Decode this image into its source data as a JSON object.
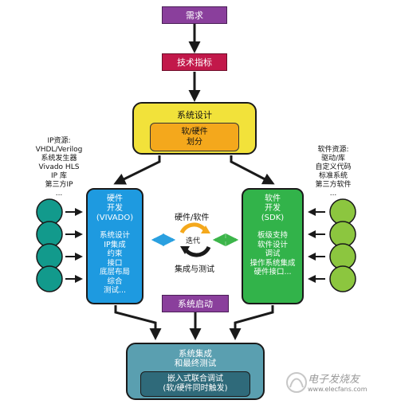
{
  "nodes": {
    "requirements": "需求",
    "tech_specs": "技术指标",
    "system_design": {
      "title": "系统设计",
      "inner_line1": "软/硬件",
      "inner_line2": "划分"
    },
    "hardware": {
      "lines": [
        "硬件",
        "开发",
        "(VIVADO)"
      ],
      "items": [
        "系统设计",
        "IP集成",
        "约束",
        "接口",
        "底层布局",
        "综合",
        "测试..."
      ]
    },
    "software": {
      "lines": [
        "软件",
        "开发",
        "(SDK)"
      ],
      "items": [
        "板级支持",
        "软件设计",
        "调试",
        "操作系统集成",
        "硬件接口..."
      ]
    },
    "system_boot": "系统启动",
    "final": {
      "title_line1": "系统集成",
      "title_line2": "和最终测试",
      "inner_line1": "嵌入式联合调试",
      "inner_line2": "(软/硬件同时触发)"
    }
  },
  "ip_resources": [
    "IP资源:",
    "VHDL/Verilog",
    "系统发生器",
    "Vivado  HLS",
    "IP  库",
    "第三方IP",
    "..."
  ],
  "software_resources": [
    "软件资源:",
    "驱动/库",
    "自定义代码",
    "标准系统",
    "第三方软件",
    "..."
  ],
  "center": {
    "top_label": "硬件/软件",
    "middle_label": "迭代",
    "bottom_label": "集成与测试"
  },
  "colors": {
    "purple": "#8a3f9c",
    "crimson": "#c2184a",
    "yellow": "#f2e23a",
    "orange": "#f4a81c",
    "hw_blue": "#1e9ae0",
    "sw_green": "#32b34a",
    "teal_circle": "#129a8c",
    "lime_circle": "#8cc63f",
    "final_teal": "#5a9fb0",
    "final_inner": "#2f6a7a"
  },
  "watermark": {
    "brand": "电子发烧友",
    "url": "www.elecfans.com"
  }
}
